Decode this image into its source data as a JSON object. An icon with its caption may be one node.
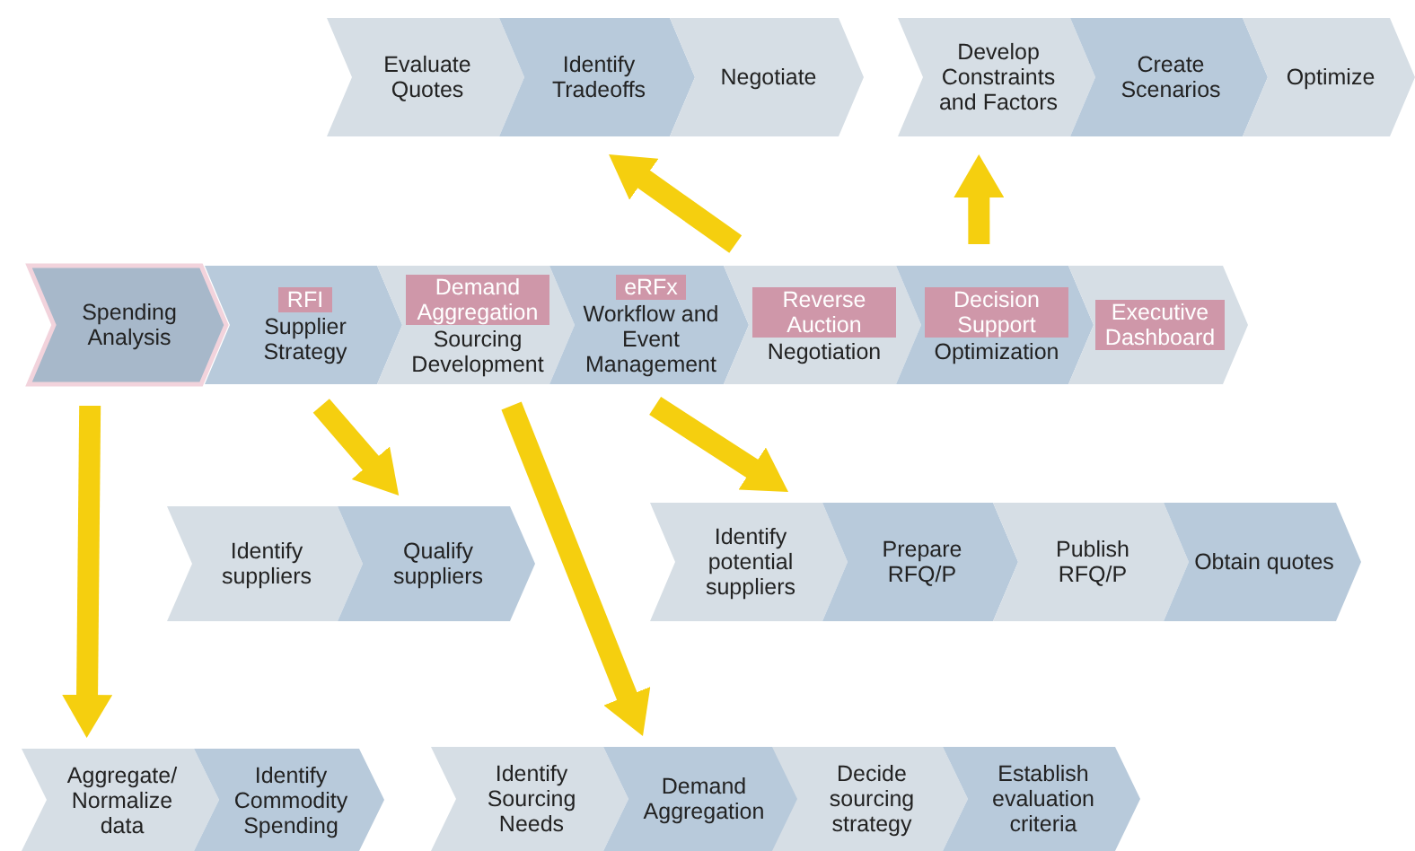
{
  "diagram": {
    "nodes": [
      {
        "text": [
          "Evaluate Quotes"
        ]
      },
      {
        "text": [
          "Identify Tradeoffs"
        ]
      },
      {
        "text": [
          "Negotiate"
        ]
      },
      {
        "text": [
          "Develop Constraints and Factors"
        ]
      },
      {
        "text": [
          "Create Scenarios"
        ]
      },
      {
        "text": [
          "Optimize"
        ]
      },
      {
        "text": [
          "Spending Analysis"
        ]
      },
      {
        "text": [
          "Supplier Strategy"
        ]
      },
      {
        "text": [
          "RFI"
        ],
        "in": 7
      },
      {
        "text": [
          "Sourcing Development"
        ]
      },
      {
        "text": [
          "Demand Aggregation"
        ],
        "in": 9
      },
      {
        "text": [
          "Workflow and Event Management"
        ]
      },
      {
        "text": [
          "eRFx"
        ],
        "in": 11
      },
      {
        "text": [
          "Negotiation"
        ]
      },
      {
        "text": [
          "Reverse Auction"
        ],
        "in": 13
      },
      {
        "text": [
          "Optimization"
        ]
      },
      {
        "text": [
          "Decision Support"
        ],
        "in": 15
      },
      {
        "text": [],
        "shape": "chevron"
      },
      {
        "text": [
          "Executive Dashboard"
        ],
        "in": 17
      },
      {
        "text": [
          "Identify suppliers"
        ]
      },
      {
        "text": [
          "Qualify suppliers"
        ]
      },
      {
        "text": [
          "Identify potential suppliers"
        ]
      },
      {
        "text": [
          "Prepare RFQ/P"
        ]
      },
      {
        "text": [
          "Publish RFQ/P"
        ]
      },
      {
        "text": [
          "Obtain quotes"
        ]
      },
      {
        "text": [
          "Aggregate/ Normalize data"
        ]
      },
      {
        "text": [
          "Identify Commodity Spending"
        ]
      },
      {
        "text": [
          "Identify Sourcing Needs"
        ]
      },
      {
        "text": [
          "Demand Aggregation"
        ]
      },
      {
        "text": [
          "Decide sourcing strategy"
        ]
      },
      {
        "text": [
          "Establish evaluation criteria"
        ]
      }
    ],
    "edges": [
      {
        "from": 13,
        "to": 1,
        "arrow": "to"
      },
      {
        "from": 15,
        "to": 3,
        "arrow": "to"
      },
      {
        "from": 6,
        "to": 25,
        "arrow": "to"
      },
      {
        "from": 7,
        "to": 20,
        "arrow": "to"
      },
      {
        "from": 9,
        "to": 28,
        "arrow": "to"
      },
      {
        "from": 11,
        "to": 21,
        "arrow": "to"
      }
    ]
  }
}
